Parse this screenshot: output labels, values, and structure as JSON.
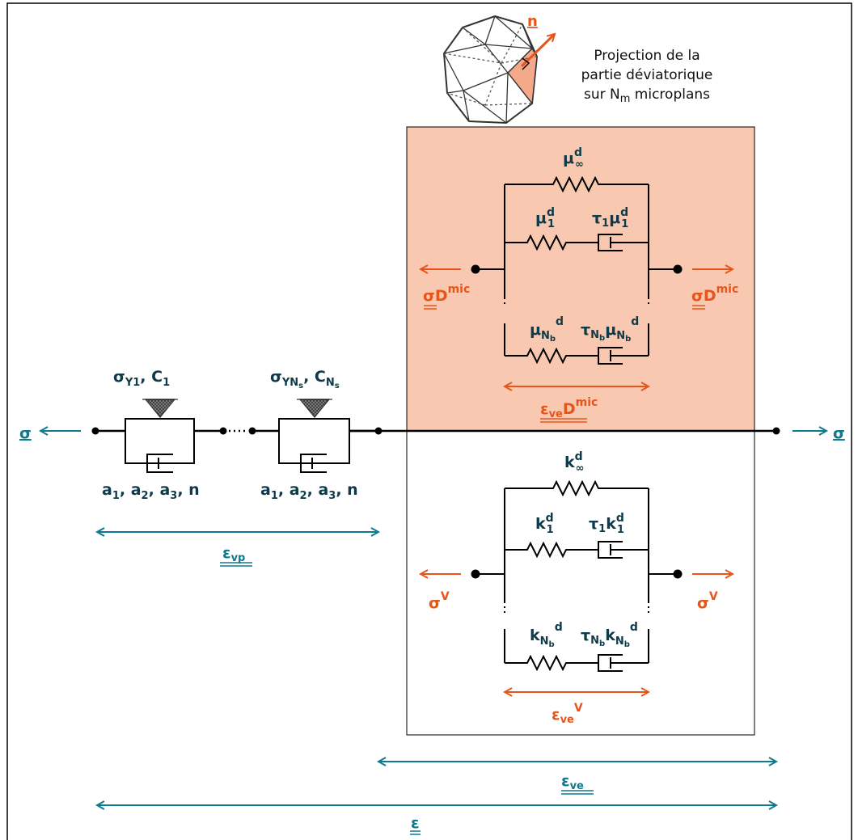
{
  "projection_note": {
    "line1": "Projection de la",
    "line2": "partie déviatorique",
    "line3_prefix": "sur N",
    "line3_sub": "m",
    "line3_suffix": " microplans"
  },
  "normal_label": "n",
  "global": {
    "sigma": "σ",
    "eps": "ε",
    "eps_vp": "ε",
    "eps_vp_sub": "vp",
    "eps_ve": "ε",
    "eps_ve_sub": "ve"
  },
  "viscoplastic": {
    "unit1_label": "σ",
    "unit1_label_sub": "Y1",
    "unit1_label_c": "C",
    "unit1_label_c_sub": "1",
    "unitN_label": "σ",
    "unitN_label_sub": "YN",
    "unitN_label_sub2": "s",
    "unitN_label_c": "C",
    "unitN_label_c_sub": "N",
    "unitN_label_c_sub2": "s",
    "params": "a",
    "params_1": "1",
    "params_2": "2",
    "params_3": "3",
    "params_n": "n"
  },
  "deviatoric": {
    "mu_inf": "μ",
    "mu_inf_sup": "d",
    "mu_inf_sub": "∞",
    "mu1": "μ",
    "mu1_sup": "d",
    "mu1_sub": "1",
    "tau1": "τ",
    "tau1_sub": "1",
    "muNb": "μ",
    "muNb_sub": "N",
    "muNb_sub2": "b",
    "muNb_sup": "d",
    "tauNb": "τ",
    "sigma_D": "σ",
    "D": "D",
    "mic": "mic",
    "eps_ve_D": "ε",
    "eps_sub": "ve"
  },
  "volumetric": {
    "k_inf": "k",
    "k_inf_sup": "d",
    "k_inf_sub": "∞",
    "k1": "k",
    "k1_sup": "d",
    "k1_sub": "1",
    "tau1": "τ",
    "tau1_sub": "1",
    "kNb": "k",
    "kNb_sub": "N",
    "kNb_sub2": "b",
    "kNb_sup": "d",
    "tauNb": "τ",
    "sigma_V": "σ",
    "V": "V",
    "eps_ve_V": "ε",
    "eps_sub": "ve"
  },
  "colors": {
    "teal": "#0e7a8f",
    "navy": "#0e3a4a",
    "orange": "#e8551a",
    "deviatoric_fill": "#f9c8b0",
    "facet_fill": "#f3a98a"
  }
}
